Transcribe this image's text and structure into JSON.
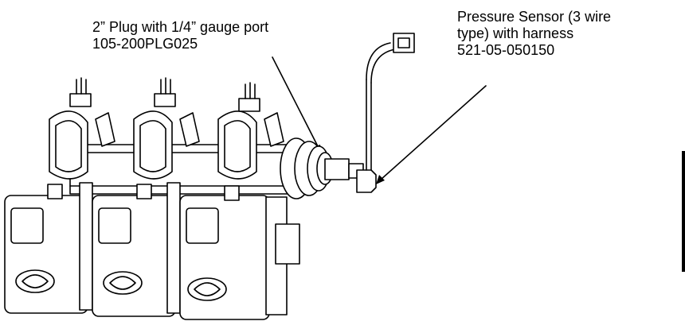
{
  "callouts": {
    "plug": {
      "line1": "2” Plug with 1/4” gauge port",
      "line2": "105-200PLG025"
    },
    "sensor": {
      "line1": "Pressure Sensor (3 wire",
      "line2": "type) with harness",
      "line3": "521-05-050150"
    }
  },
  "colors": {
    "ink": "#000000",
    "background": "#ffffff",
    "fill": "#ffffff"
  }
}
